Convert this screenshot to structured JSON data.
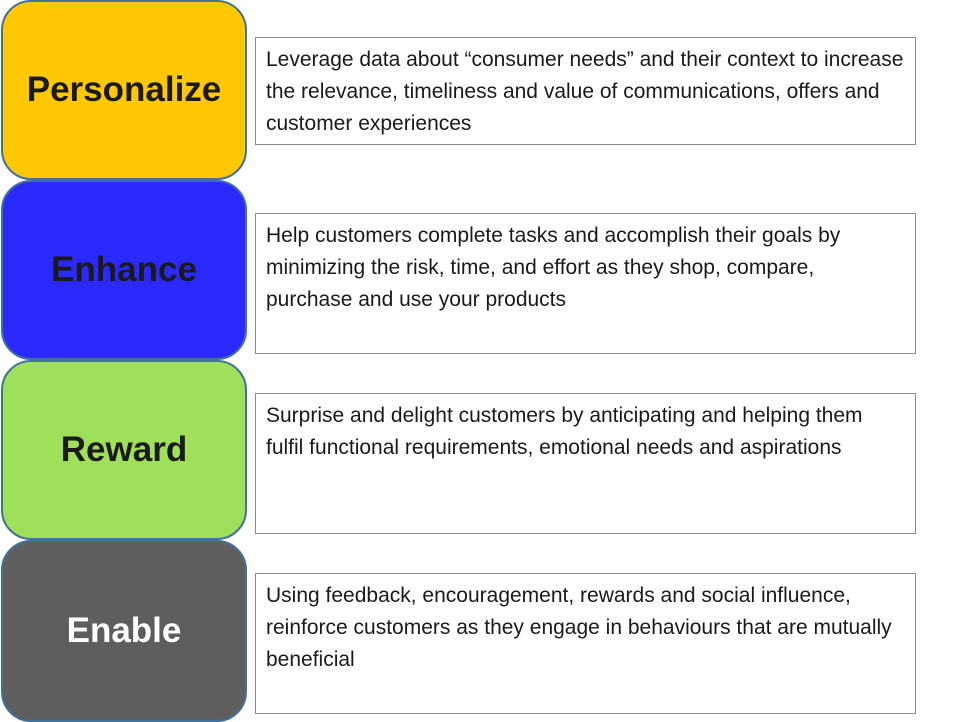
{
  "stages": [
    {
      "label": "Personalize",
      "color": "#ffc800",
      "text_color": "#1a1a1a",
      "description": "Leverage data about “consumer needs” and their context to increase the relevance, timeliness and value of communications, offers and customer experiences"
    },
    {
      "label": "Enhance",
      "color": "#2a2aff",
      "text_color": "#1a1a1a",
      "description": "Help customers complete tasks and accomplish their goals by minimizing the risk, time, and effort as they shop, compare, purchase and use your products"
    },
    {
      "label": "Reward",
      "color": "#9ee05a",
      "text_color": "#1a1a1a",
      "description": "Surprise and delight customers by anticipating and helping them fulfil functional requirements, emotional needs and aspirations"
    },
    {
      "label": "Enable",
      "color": "#5e5e5e",
      "text_color": "#ffffff",
      "description": "Using feedback, encouragement, rewards and social influence, reinforce customers as they engage in behaviours that are mutually beneficial"
    }
  ]
}
